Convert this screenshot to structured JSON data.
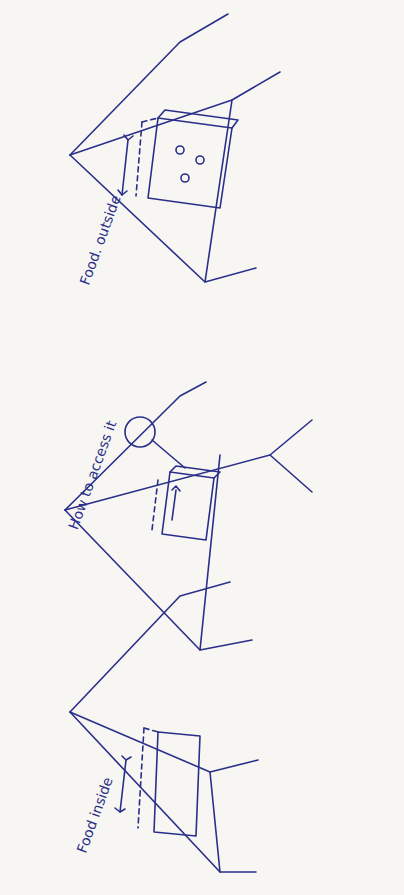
{
  "diagram": {
    "labels": [
      "Food. outside",
      "How to access it",
      "Food inside"
    ]
  }
}
